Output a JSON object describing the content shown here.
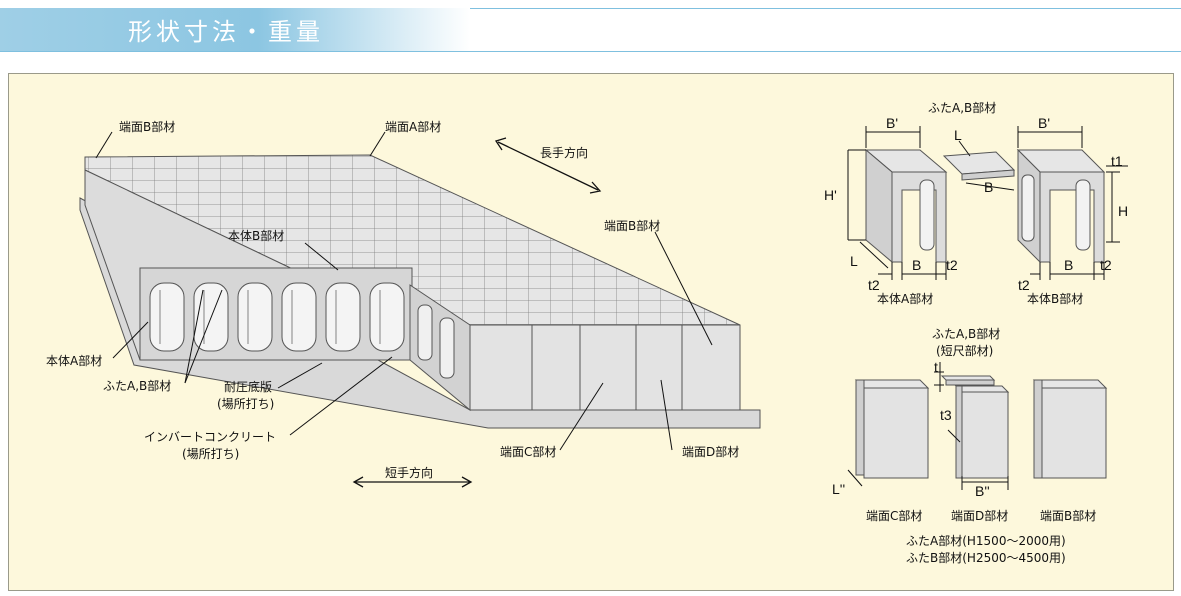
{
  "header": {
    "title": "形状寸法・重量"
  },
  "main_labels": {
    "end_b_top": "端面B部材",
    "end_a_top": "端面A部材",
    "long_dir": "長手方向",
    "end_b_right": "端面B部材",
    "body_b": "本体B部材",
    "body_a": "本体A部材",
    "lid_ab": "ふたA,B部材",
    "pressure_slab": "耐圧底版",
    "pressure_slab_note": "(場所打ち)",
    "invert": "インバートコンクリート",
    "invert_note": "(場所打ち)",
    "end_c": "端面C部材",
    "end_d": "端面D部材",
    "short_dir": "短手方向"
  },
  "detail_labels": {
    "lid_ab_top": "ふたA,B部材",
    "b_prime_1": "B'",
    "b_prime_2": "B'",
    "L_top": "L",
    "B_lid": "B",
    "t1": "t1",
    "H_prime": "H'",
    "H": "H",
    "L_left": "L",
    "t2_a_left": "t2",
    "B_a": "B",
    "t2_a_right": "t2",
    "t2_b_left": "t2",
    "B_b": "B",
    "t2_b_right": "t2",
    "body_a_cap": "本体A部材",
    "body_b_cap": "本体B部材",
    "lid_short": "ふたA,B部材",
    "lid_short_note": "(短尺部材)",
    "t": "t",
    "t3": "t3",
    "L_dd": "L''",
    "B_dd": "B''",
    "end_c_cap": "端面C部材",
    "end_d_cap": "端面D部材",
    "end_b_cap": "端面B部材",
    "note1": "ふたA部材(H1500〜2000用)",
    "note2": "ふたB部材(H2500〜4500用)"
  }
}
